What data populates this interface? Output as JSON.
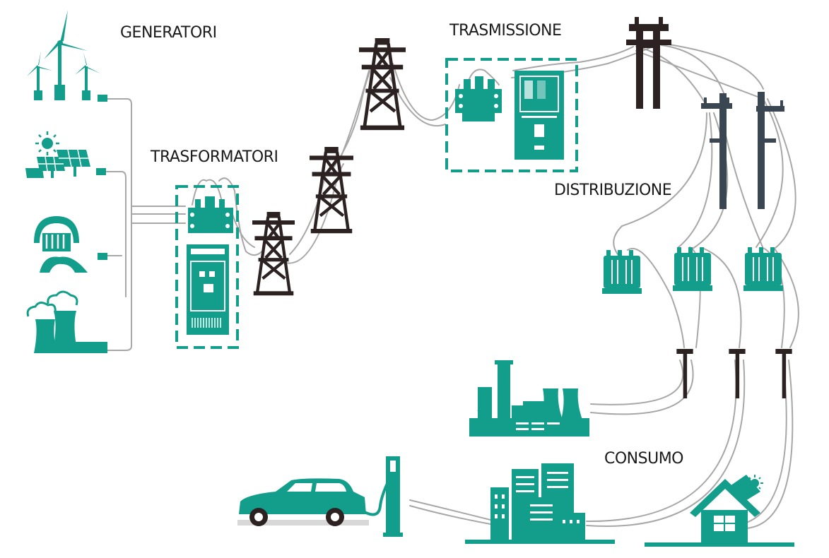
{
  "labels": {
    "generatori": "GENERATORI",
    "trasformatori": "TRASFORMATORI",
    "trasmissione": "TRASMISSIONE",
    "distribuzione": "DISTRIBUZIONE",
    "consumo": "CONSUMO"
  },
  "colors": {
    "teal": "#139e8c",
    "tower": "#2b2221",
    "pole": "#3a4652",
    "wire": "#a7a7a7",
    "text": "#1a1a1a"
  },
  "icons": {
    "generators": [
      "wind-turbine-icon",
      "solar-panel-icon",
      "hydro-dam-icon",
      "power-plant-icon"
    ],
    "transformers": [
      "transformer-icon",
      "switchgear-cabinet-icon"
    ],
    "transmission": [
      "pylon-icon",
      "wooden-pole-icon"
    ],
    "distribution": [
      "utility-pole-icon",
      "distribution-transformer-icon"
    ],
    "consumers": [
      "factory-icon",
      "city-buildings-icon",
      "house-solar-icon",
      "electric-car-icon",
      "charging-station-icon"
    ]
  }
}
